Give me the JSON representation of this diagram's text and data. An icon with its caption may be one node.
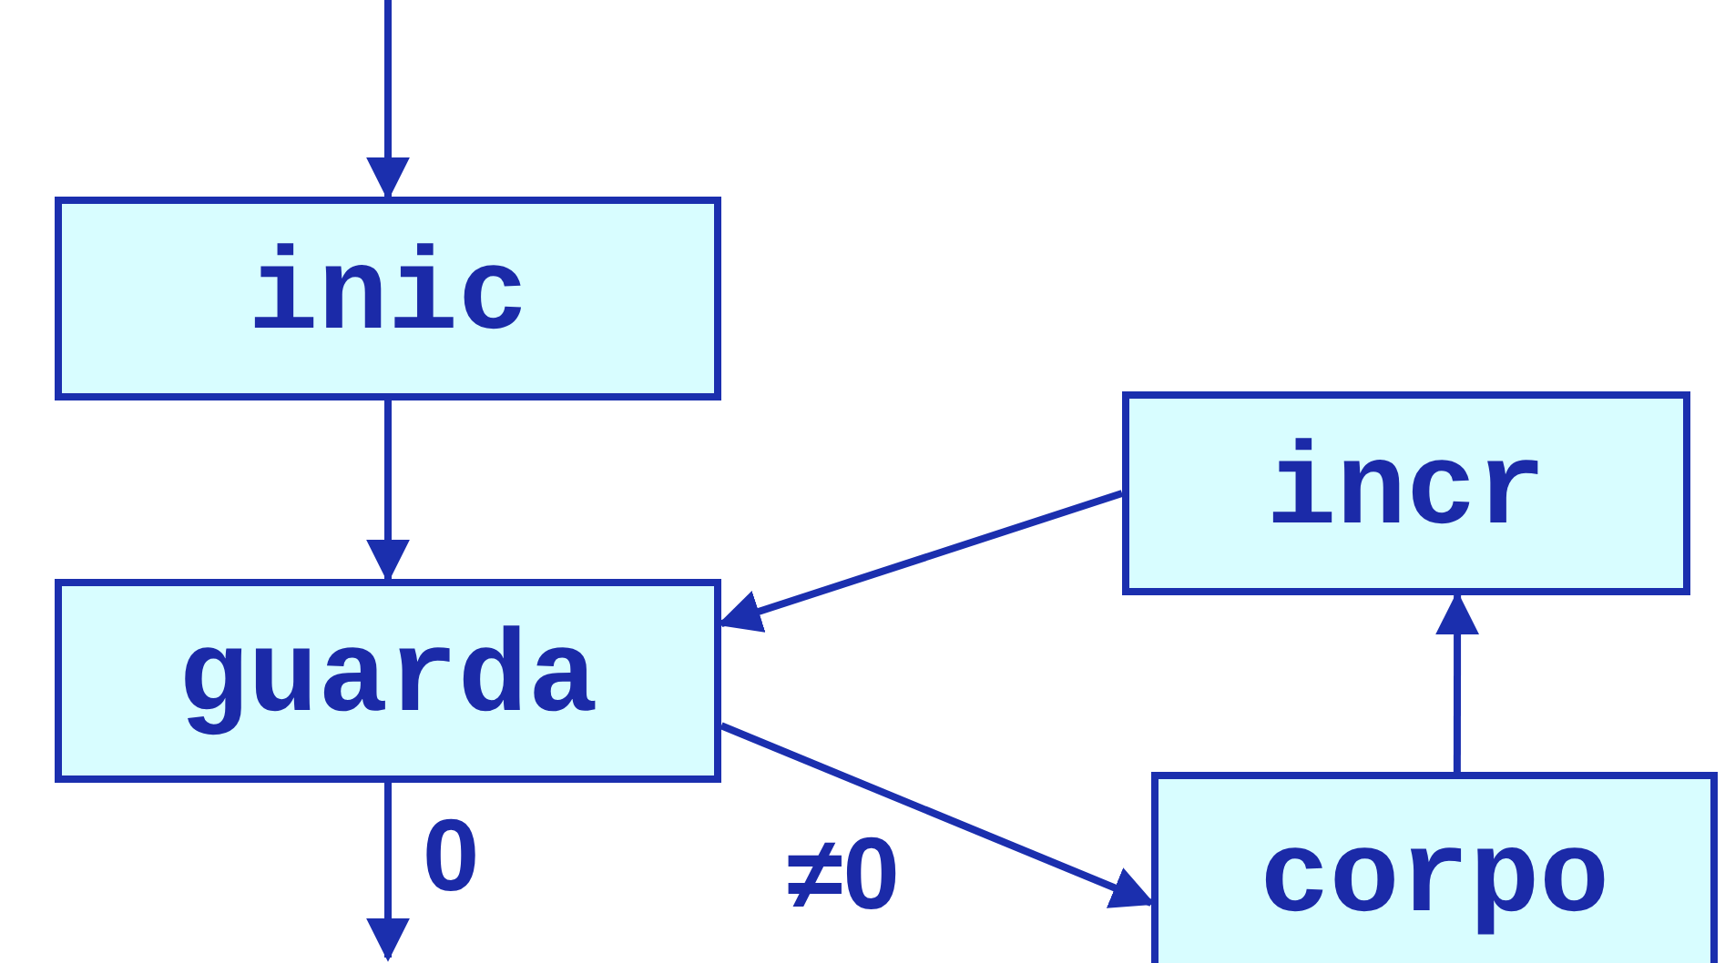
{
  "diagram": {
    "nodes": [
      {
        "text": [
          "inic"
        ]
      },
      {
        "text": [
          "guarda"
        ]
      },
      {
        "text": [
          "incr"
        ]
      },
      {
        "text": [
          "corpo"
        ]
      }
    ],
    "edges": [
      {
        "from": null,
        "to": 0,
        "arrow": "to"
      },
      {
        "from": 0,
        "to": 1,
        "arrow": "to"
      },
      {
        "from": 2,
        "to": 1,
        "arrow": "to"
      },
      {
        "from": 1,
        "to": 3,
        "arrow": "to",
        "label": "≠0"
      },
      {
        "from": 3,
        "to": 2,
        "arrow": "to"
      },
      {
        "from": 1,
        "to": null,
        "arrow": "to",
        "label": "0"
      }
    ]
  }
}
